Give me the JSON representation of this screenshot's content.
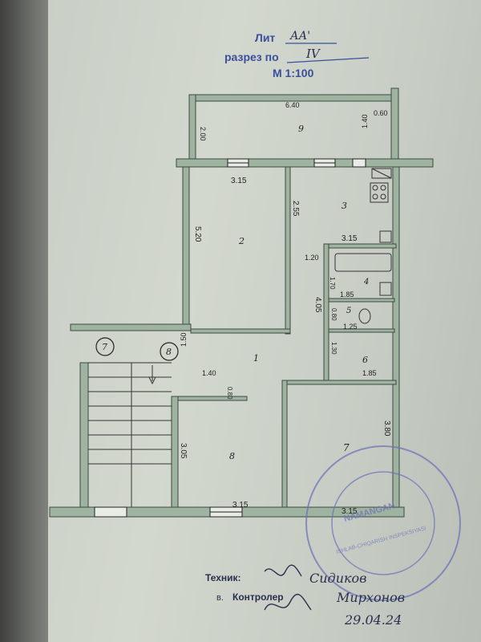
{
  "header": {
    "lit_label": "Лит",
    "lit_value": "АА'",
    "section_label": "разрез по",
    "section_value": "IV",
    "scale": "M 1:100"
  },
  "dimensions": {
    "top_width": "6.40",
    "right_small": "0.60",
    "left_small": "2.00",
    "right_depth": "1.40",
    "room2_width": "3.15",
    "room2_height": "5.20",
    "room3_height": "2.55",
    "room3_width": "3.15",
    "room4_left": "1.20",
    "room4_height": "1.70",
    "room4_width": "1.85",
    "col_height": "4.05",
    "room5_height": "0.80",
    "room5_width": "1.25",
    "room6_height": "1.30",
    "room6_width": "1.85",
    "hall_height": "1.50",
    "hall_width": "1.40",
    "hall_small": "0.80",
    "room8_height": "3.05",
    "room8_width": "3.15",
    "room7_width": "3.15",
    "room7_height": "3.80"
  },
  "rooms": {
    "r1": "1",
    "r2": "2",
    "r3": "3",
    "r4": "4",
    "r5": "5",
    "r6": "6",
    "r7": "7",
    "r8": "8",
    "r9": "9"
  },
  "axes": {
    "a7": "7",
    "a8": "8"
  },
  "signatures": {
    "technician_label": "Техник:",
    "technician_name": "Сидиков",
    "controller_prefix": "в.",
    "controller_label": "Контролер",
    "controller_name": "Мирхонов",
    "date": "29.04.24"
  },
  "stamp": {
    "text": "ISHLAB-CHIQARISH INSPEKSIYASI",
    "city": "NAMANGAN"
  },
  "colors": {
    "ink": "#3b4f9a",
    "stamp": "#6b6fb8",
    "wall": "#6f8a72"
  }
}
